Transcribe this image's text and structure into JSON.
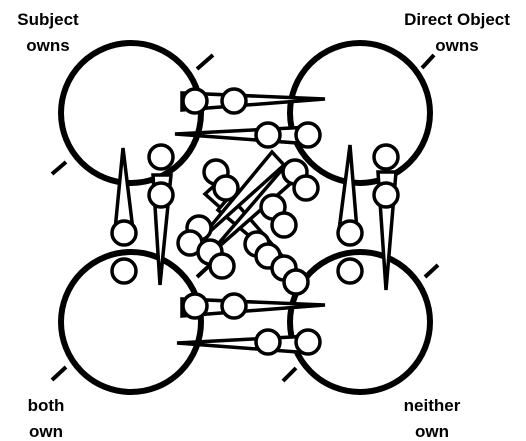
{
  "labels": {
    "top_left": [
      "Subject",
      "owns"
    ],
    "top_right": [
      "Direct Object",
      "owns"
    ],
    "bottom_left": [
      "both",
      "own"
    ],
    "bottom_right": [
      "neither",
      "own"
    ]
  },
  "colors": {
    "ink": "#000000",
    "paper": "#ffffff"
  }
}
